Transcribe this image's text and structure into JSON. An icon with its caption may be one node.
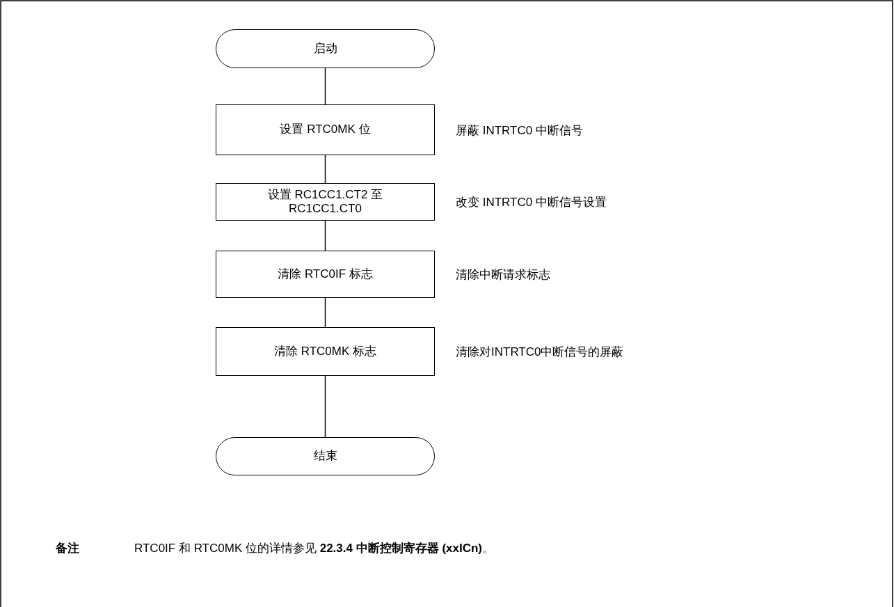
{
  "diagram": {
    "nodes": [
      {
        "text": [
          "启动"
        ]
      },
      {
        "text": [
          "设置 RTC0MK 位"
        ],
        "beside": [
          "屏蔽 INTRTC0 中断信号"
        ]
      },
      {
        "text": [
          "设置 RC1CC1.CT2 至 RC1CC1.CT0"
        ],
        "beside": [
          "改变 INTRTC0 中断信号设置"
        ]
      },
      {
        "text": [
          "清除 RTC0IF 标志"
        ],
        "beside": [
          "清除中断请求标志"
        ]
      },
      {
        "text": [
          "清除 RTC0MK 标志"
        ],
        "beside": [
          "清除对INTRTC0中断信号的屏蔽"
        ]
      },
      {
        "text": [
          "结束"
        ]
      }
    ],
    "edges": [
      {
        "from": 0,
        "to": 1,
        "arrow": "none"
      },
      {
        "from": 1,
        "to": 2,
        "arrow": "none"
      },
      {
        "from": 2,
        "to": 3,
        "arrow": "none"
      },
      {
        "from": 3,
        "to": 4,
        "arrow": "none"
      },
      {
        "from": 4,
        "to": 5,
        "arrow": "none"
      }
    ],
    "labels": [
      "**备注**",
      "RTC0IF 和 RTC0MK 位的详情参见 **22.3.4 中断控制寄存器 (xxICn)**。"
    ]
  }
}
